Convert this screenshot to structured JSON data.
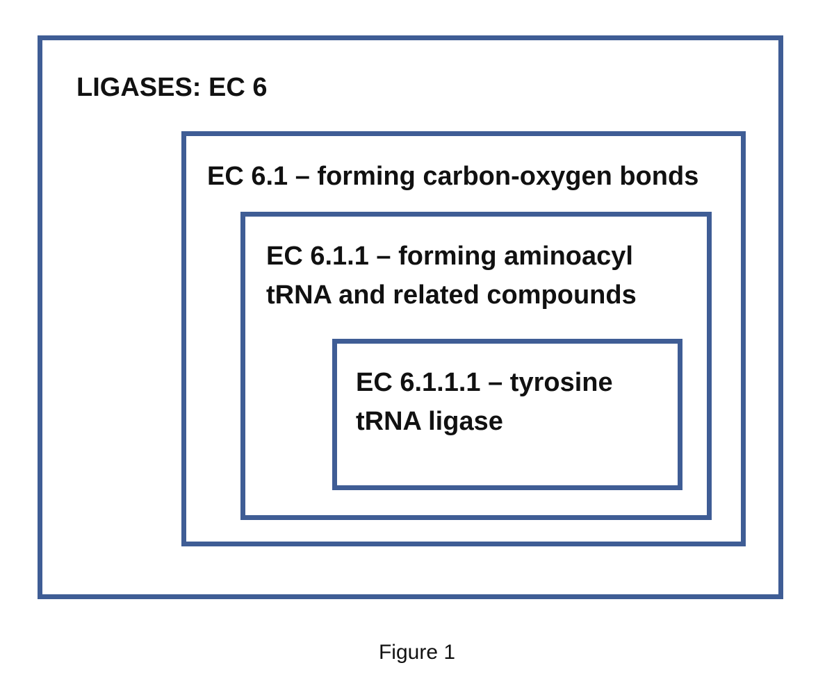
{
  "diagram": {
    "accent_color": "#3f5d95",
    "levels": [
      {
        "id": "ec6",
        "text": "LIGASES: EC 6"
      },
      {
        "id": "ec61",
        "text": "EC 6.1 – forming carbon-oxygen bonds"
      },
      {
        "id": "ec611",
        "text": "EC 6.1.1 – forming aminoacyl\ntRNA and related compounds"
      },
      {
        "id": "ec6111",
        "text": "EC 6.1.1.1 – tyrosine\ntRNA ligase"
      }
    ]
  },
  "caption": "Figure 1"
}
